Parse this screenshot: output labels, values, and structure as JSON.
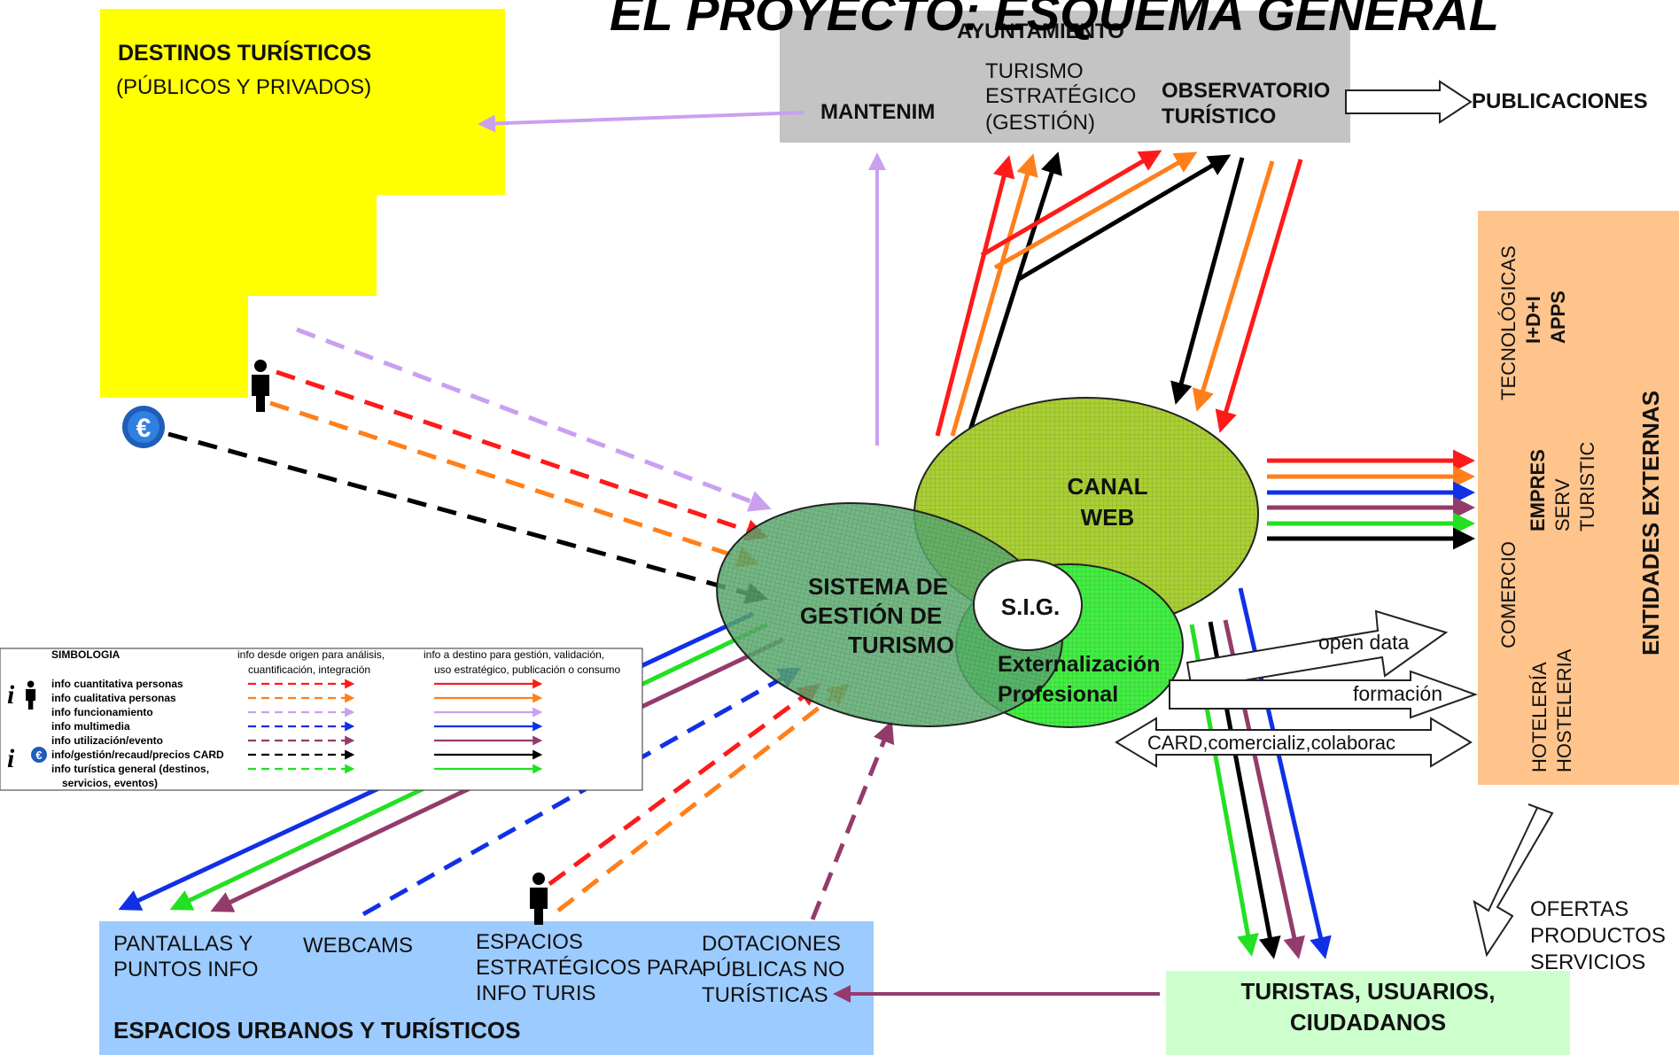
{
  "title": "EL PROYECTO: ESQUEMA GENERAL",
  "colors": {
    "red": "#ff1a1a",
    "orange": "#ff7f1a",
    "lilac": "#c9a0f0",
    "blue": "#1030e8",
    "plum": "#933c6c",
    "black": "#000000",
    "green": "#22e022",
    "yellow": "#ffff00",
    "gray": "#c4c4c4",
    "peach": "#ffc48c",
    "lightblue": "#9ccbff",
    "lightgreen": "#ccffcc"
  },
  "destinos": {
    "title": "DESTINOS TURÍSTICOS",
    "subtitle": "(PÚBLICOS Y PRIVADOS)"
  },
  "ayuntamiento": {
    "title": "AYUNTAMIENTO",
    "mantenim": "MANTENIM",
    "turismo_1": "TURISMO",
    "turismo_2": "ESTRATÉGICO",
    "turismo_3": "(GESTIÓN)",
    "obs_1": "OBSERVATORIO",
    "obs_2": "TURÍSTICO"
  },
  "publicaciones": "PUBLICACIONES",
  "entidades": {
    "title": "ENTIDADES EXTERNAS",
    "tec_1": "TECNOLÓGICAS",
    "tec_2": "I+D+I",
    "tec_3": "APPS",
    "emp_1": "EMPRES",
    "emp_2": "SERV",
    "emp_3": "TURISTIC",
    "comercio": "COMERCIO",
    "hot_1": "HOTELERÍA",
    "hot_2": "HOSTELERIA"
  },
  "core": {
    "sistema_1": "SISTEMA DE",
    "sistema_2": "GESTIÓN DE",
    "sistema_3": "TURISMO",
    "canal_1": "CANAL",
    "canal_2": "WEB",
    "sig": "S.I.G.",
    "ext_1": "Externalización",
    "ext_2": "Profesional"
  },
  "outputs": {
    "open_data": "open data",
    "formacion": "formación",
    "card": "CARD,comercializ,colaborac"
  },
  "ofertas": {
    "line_1": "OFERTAS",
    "line_2": "PRODUCTOS",
    "line_3": "SERVICIOS"
  },
  "turistas": {
    "line_1": "TURISTAS, USUARIOS,",
    "line_2": "CIUDADANOS"
  },
  "espacios": {
    "title": "ESPACIOS URBANOS Y TURÍSTICOS",
    "pantallas_1": "PANTALLAS Y",
    "pantallas_2": "PUNTOS INFO",
    "webcams": "WEBCAMS",
    "estrat_1": "ESPACIOS",
    "estrat_2": "ESTRATÉGICOS PARA",
    "estrat_3": "INFO TURIS",
    "dot_1": "DOTACIONES",
    "dot_2": "PÚBLICAS NO",
    "dot_3": "TURÍSTICAS"
  },
  "legend": {
    "title": "SIMBOLOGIA",
    "col1_1": "info desde origen para análisis,",
    "col1_2": "cuantificación, integración",
    "col2_1": "info a destino para gestión, validación,",
    "col2_2": "uso estratégico, publicación o consumo",
    "rows": [
      {
        "label": "info cuantitativa personas",
        "color": "#ff1a1a"
      },
      {
        "label": "info cualitativa personas",
        "color": "#ff7f1a"
      },
      {
        "label": "info funcionamiento",
        "color": "#c9a0f0"
      },
      {
        "label": "info multimedia",
        "color": "#1030e8"
      },
      {
        "label": "info utilización/evento",
        "color": "#933c6c"
      },
      {
        "label": "info/gestión/recaud/precios CARD",
        "color": "#000000"
      },
      {
        "label": "info turística general (destinos,",
        "color": "#22e022"
      }
    ],
    "row_last_2": "servicios, eventos)",
    "icon_i": "i",
    "icon_euro": "€"
  }
}
